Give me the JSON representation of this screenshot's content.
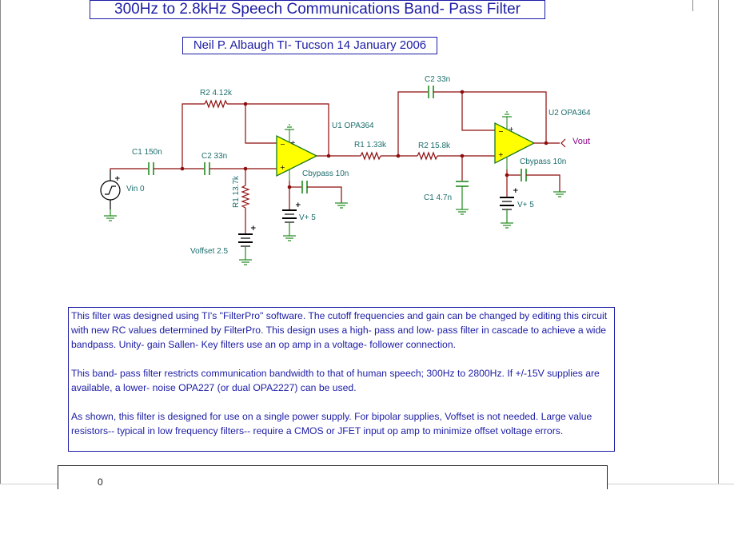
{
  "title": "300Hz to 2.8kHz Speech Communications Band- Pass Filter",
  "author": "Neil P. Albaugh  TI- Tucson  14 January 2006",
  "components": {
    "c1_hp": "C1 150n",
    "c2_hp": "C2 33n",
    "r2_hp": "R2 4.12k",
    "r1_hp": "R1 13.7k",
    "u1": "U1 OPA364",
    "cbypass1": "Cbypass 10n",
    "vsupply1": "V+ 5",
    "vin": "Vin 0",
    "voffset": "Voffset 2.5",
    "r1_lp": "R1 1.33k",
    "r2_lp": "R2 15.8k",
    "c2_lp": "C2 33n",
    "c1_lp": "C1 4.7n",
    "u2": "U2 OPA364",
    "cbypass2": "Cbypass 10n",
    "vsupply2": "V+ 5",
    "vout": "Vout"
  },
  "notes": [
    "This filter was designed using TI's \"FilterPro\" software. The cutoff frequencies and gain can be changed by editing this circuit with new RC values determined by FilterPro. This design uses a high- pass and low- pass filter in cascade to achieve a wide bandpass. Unity- gain Sallen- Key filters use an op amp in a voltage- follower connection.",
    "This band- pass filter restricts communication bandwidth to that of human speech; 300Hz to 2800Hz. If +/-15V supplies are available, a lower- noise OPA227 (or dual OPA2227) can be used.",
    "As shown, this filter is designed for use on a single power supply. For bipolar supplies, Voffset is not needed. Large value resistors-- typical in low frequency filters-- require a CMOS or JFET input op amp to minimize offset voltage errors."
  ],
  "bottom_partial_text": "0",
  "colors": {
    "title_text": "#1c1ca6",
    "wire": "#8e0c0c",
    "capacitor": "#1e8a1e",
    "opamp_fill": "#ffff00",
    "component_label": "#1e6e6e",
    "output_label": "#8b0a8b"
  }
}
